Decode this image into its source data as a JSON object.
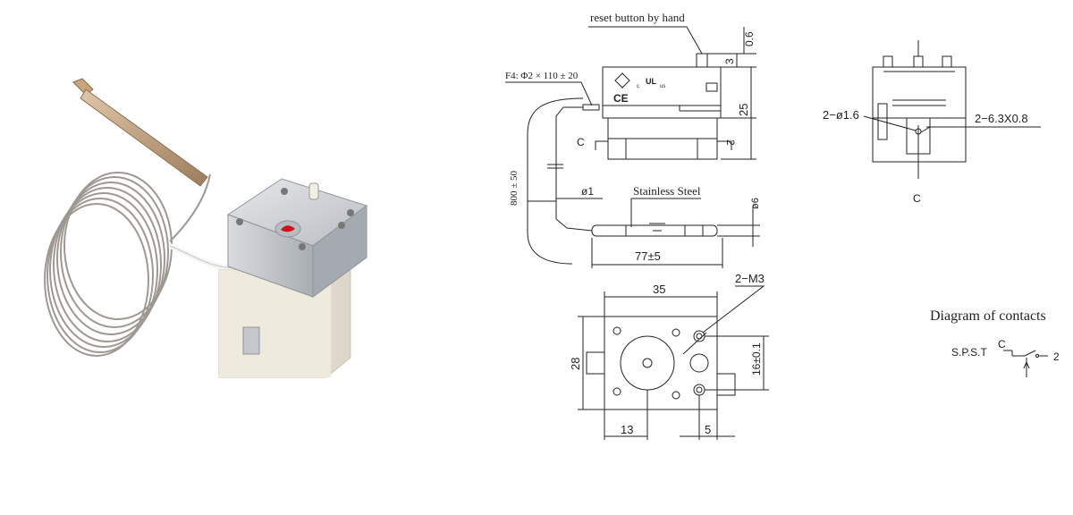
{
  "labels": {
    "reset_button": "reset button by hand",
    "capillary_spec": "F4: Φ2 × 110 ± 20",
    "length": "800 ± 50",
    "material": "Stainless Steel",
    "dim_0_6": "0.6",
    "dim_3": "3",
    "dim_25": "25",
    "dim_phi1": "ø1",
    "dim_phi6": "ø6",
    "dim_77": "77±5",
    "terminal_c_side": "C",
    "terminal_2_side": "2",
    "terminal_c_end": "C",
    "hole_dia": "2−ø1.6",
    "tab_size": "2−6.3X0.8",
    "dim_35": "35",
    "thread": "2−M3",
    "dim_28": "28",
    "dim_16": "16±0.1",
    "dim_13": "13",
    "dim_5": "5",
    "contacts_title": "Diagram of contacts",
    "spst": "S.P.S.T",
    "contact_c": "C",
    "contact_2": "2"
  },
  "marks": {
    "ul": "UL",
    "ul_c": "c",
    "ul_us": "us",
    "ce": "CE"
  },
  "colors": {
    "line": "#222222",
    "metal": "#c9ccd0",
    "body": "#ece7dc",
    "indicator": "#d0101b",
    "capillary": "#a8a29a"
  }
}
